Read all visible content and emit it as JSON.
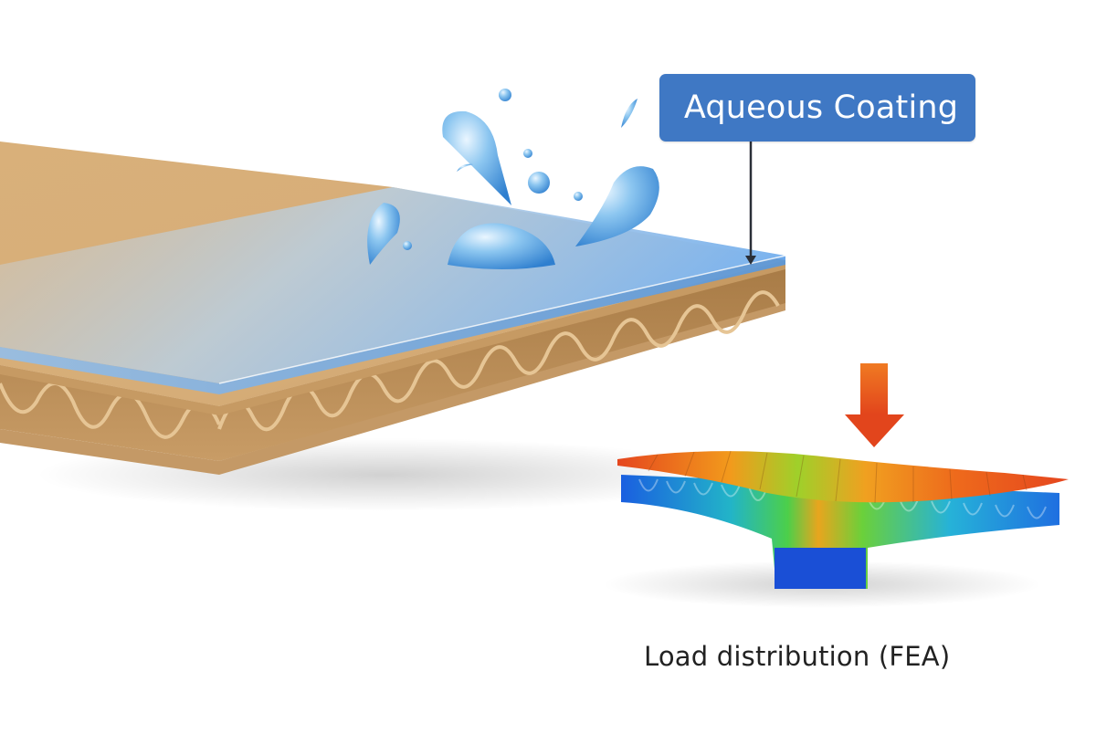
{
  "callout": {
    "label": "Aqueous Coating",
    "color": "#3f78c4",
    "leader_color": "#2a2f38"
  },
  "caption": {
    "text": "Load distribution (FEA)"
  },
  "illustration": {
    "corrugated_board": {
      "liner_color": "#d2a874",
      "flute_color": "#b88a55",
      "coating_color": "#7fb5ea"
    },
    "water_droplets": "water-splash",
    "load_arrow_color": "#e8531e",
    "fea_colormap": [
      "#1a4fd6",
      "#1fa0e0",
      "#2fc46a",
      "#d9e021",
      "#f0a020",
      "#e5461e"
    ]
  }
}
